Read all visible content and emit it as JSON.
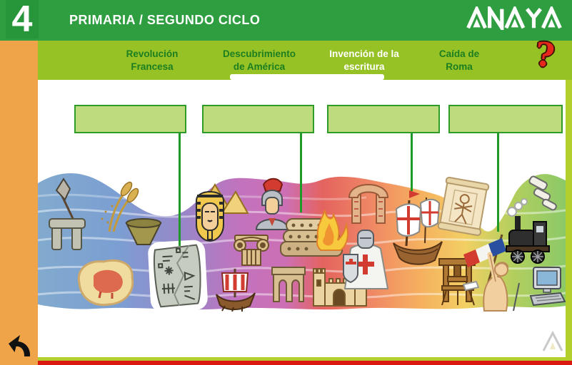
{
  "header": {
    "unit_number": "4",
    "title": "PRIMARIA / SEGUNDO CICLO",
    "brand": "ANAYA"
  },
  "tabbar": {
    "items": [
      {
        "label": "Revolución Francesa",
        "selected": false
      },
      {
        "label": "Descubrimiento de América",
        "selected": false
      },
      {
        "label": "Invención de la escritura",
        "selected": true
      },
      {
        "label": "Caída de Roma",
        "selected": false
      }
    ],
    "help_label": "?"
  },
  "activity": {
    "drop_zones": [
      {
        "value": ""
      },
      {
        "value": ""
      },
      {
        "value": ""
      },
      {
        "value": ""
      }
    ]
  },
  "timeline": {
    "description": "illustrated history timeline band from prehistory (blue) to modern age (green)",
    "icons": [
      "spear-icon",
      "stonehenge-icon",
      "wheat-icon",
      "bowl-icon",
      "cave-painting-icon",
      "cuneiform-tablet-icon",
      "pharaoh-icon",
      "ionic-column-icon",
      "roman-soldier-icon",
      "trireme-icon",
      "burning-colosseum-icon",
      "aqueduct-icon",
      "ruined-arch-icon",
      "castle-icon",
      "crusader-knight-icon",
      "caravel-icon",
      "vitruvian-man-icon",
      "printing-press-icon",
      "liberty-flag-icon",
      "steam-locomotive-icon",
      "telescope-icon",
      "computer-icon"
    ]
  },
  "footer": {
    "back_icon": "undo-arrow-icon",
    "brand_mark": "anaya-a-mark"
  },
  "colors": {
    "header_green": "#2f9e41",
    "tab_green": "#97c226",
    "box_fill": "#bedc7d",
    "box_border": "#2f9b28",
    "line_green": "#1f9a28",
    "sidebar_orange": "#efa44a",
    "stripe_red": "#da1710",
    "stripe_lime": "#b2cf2e",
    "help_red": "#e6281c",
    "label_green": "#1b7e20"
  }
}
